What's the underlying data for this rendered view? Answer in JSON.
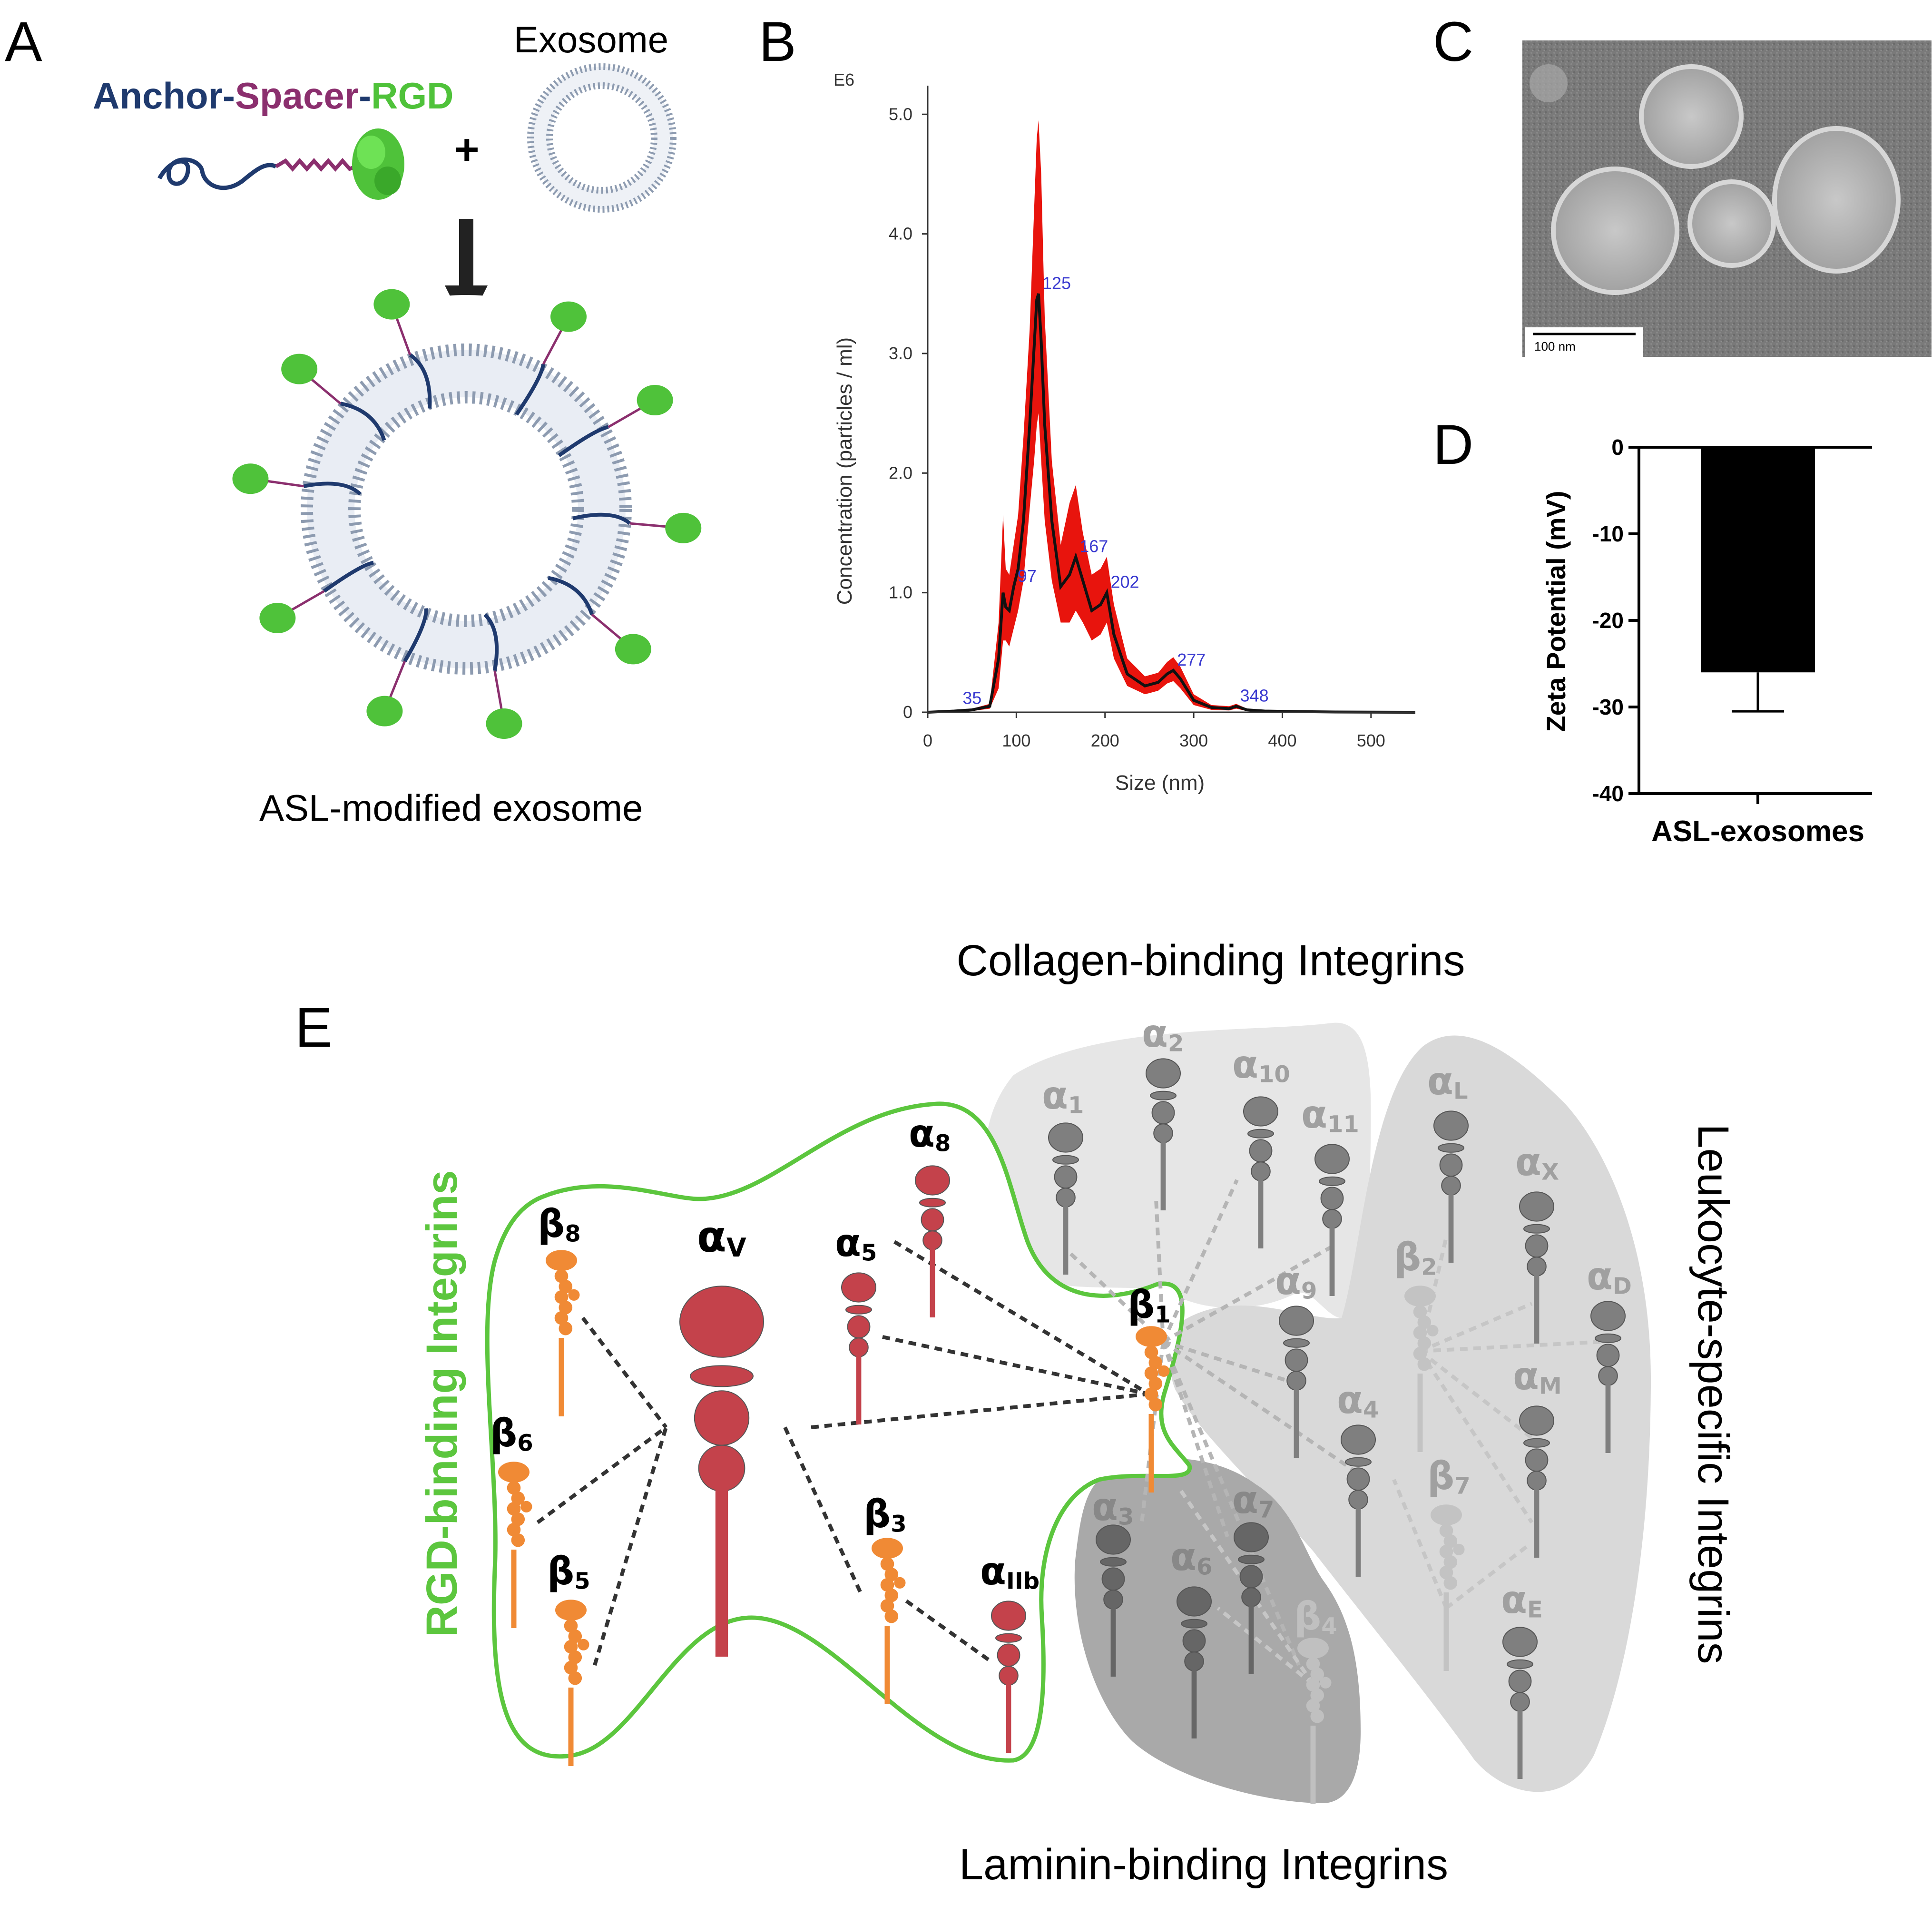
{
  "panels": {
    "a": "A",
    "b": "B",
    "c": "C",
    "d": "D",
    "e": "E"
  },
  "panel_a": {
    "anchor": "Anchor",
    "dash1": "-",
    "spacer": "Spacer",
    "dash2": "-",
    "rgd": "RGD",
    "plus": "+",
    "exosome_label": "Exosome",
    "product_label": "ASL-modified exosome",
    "colors": {
      "anchor": "#1f3a6e",
      "spacer": "#8b2f6e",
      "rgd": "#4fc23a"
    }
  },
  "panel_c": {
    "scale_bar": "100 nm"
  },
  "chart_data": [
    {
      "type": "area",
      "title": "",
      "multiplier": "E6",
      "xlabel": "Size (nm)",
      "ylabel": "Concentration (particles / ml)",
      "xlim": [
        0,
        550
      ],
      "ylim": [
        0,
        5.2
      ],
      "xticks": [
        "0",
        "100",
        "200",
        "300",
        "400",
        "500"
      ],
      "yticks": [
        "0",
        "1.0",
        "2.0",
        "3.0",
        "4.0",
        "5.0"
      ],
      "grid": false,
      "series": [
        {
          "x": [
            0,
            30,
            50,
            70,
            80,
            85,
            88,
            92,
            97,
            102,
            108,
            115,
            120,
            123,
            125,
            128,
            132,
            140,
            150,
            160,
            167,
            175,
            185,
            195,
            202,
            210,
            225,
            245,
            260,
            270,
            277,
            285,
            300,
            320,
            340,
            348,
            360,
            380,
            420,
            460,
            500,
            550
          ],
          "y": [
            0,
            0.01,
            0.02,
            0.05,
            0.45,
            1.0,
            0.88,
            0.85,
            1.05,
            1.2,
            1.6,
            2.4,
            3.05,
            3.45,
            3.5,
            3.1,
            2.4,
            1.6,
            1.05,
            1.15,
            1.3,
            1.1,
            0.85,
            0.9,
            1.0,
            0.65,
            0.32,
            0.22,
            0.25,
            0.32,
            0.35,
            0.28,
            0.1,
            0.04,
            0.03,
            0.05,
            0.02,
            0.01,
            0.005,
            0.002,
            0.001,
            0
          ]
        },
        {
          "y_upper": [
            0,
            0.02,
            0.03,
            0.07,
            0.75,
            1.65,
            1.2,
            1.15,
            1.4,
            1.65,
            2.3,
            3.2,
            4.2,
            4.8,
            4.95,
            4.5,
            3.3,
            2.1,
            1.4,
            1.75,
            1.9,
            1.5,
            1.15,
            1.2,
            1.3,
            0.9,
            0.45,
            0.3,
            0.33,
            0.42,
            0.46,
            0.38,
            0.15,
            0.06,
            0.05,
            0.07,
            0.03,
            0.015,
            0.007,
            0.003,
            0.001,
            0
          ],
          "y_lower": [
            0,
            0.005,
            0.01,
            0.03,
            0.2,
            0.6,
            0.6,
            0.55,
            0.7,
            0.85,
            1.1,
            1.7,
            2.1,
            2.4,
            2.5,
            2.1,
            1.6,
            1.1,
            0.75,
            0.75,
            0.85,
            0.75,
            0.6,
            0.65,
            0.75,
            0.45,
            0.22,
            0.15,
            0.18,
            0.24,
            0.26,
            0.2,
            0.06,
            0.02,
            0.015,
            0.03,
            0.01,
            0.005,
            0.002,
            0.001,
            0,
            0
          ]
        }
      ],
      "peak_labels": [
        {
          "x": 35,
          "y": 0.03,
          "text": "35"
        },
        {
          "x": 97,
          "y": 1.05,
          "text": "97"
        },
        {
          "x": 125,
          "y": 3.5,
          "text": "125"
        },
        {
          "x": 167,
          "y": 1.3,
          "text": "167"
        },
        {
          "x": 202,
          "y": 1.0,
          "text": "202"
        },
        {
          "x": 277,
          "y": 0.35,
          "text": "277"
        },
        {
          "x": 348,
          "y": 0.05,
          "text": "348"
        }
      ],
      "colors": {
        "band": "#e8140d",
        "line": "#111111",
        "peak_text": "#3a3ad0"
      }
    },
    {
      "type": "bar",
      "title": "",
      "categories": [
        "ASL-exosomes"
      ],
      "values": [
        -26
      ],
      "errors": [
        4.5
      ],
      "ylabel": "Zeta Potential (mV)",
      "ylim": [
        -40,
        0
      ],
      "yticks": [
        "0",
        "-10",
        "-20",
        "-30",
        "-40"
      ],
      "colors": {
        "bar": "#000000"
      }
    }
  ],
  "panel_e": {
    "collagen_title": "Collagen-binding Integrins",
    "laminin_title": "Laminin-binding Integrins",
    "rgd_title": "RGD-binding Integrins",
    "leuko_title": "Leukocyte-specific Integrins",
    "rgd": {
      "av": {
        "base": "α",
        "sub": "V"
      },
      "b8": {
        "base": "β",
        "sub": "8"
      },
      "b6": {
        "base": "β",
        "sub": "6"
      },
      "b5": {
        "base": "β",
        "sub": "5"
      },
      "a5": {
        "base": "α",
        "sub": "5"
      },
      "a8": {
        "base": "α",
        "sub": "8"
      },
      "b3": {
        "base": "β",
        "sub": "3"
      },
      "aIIb": {
        "base": "α",
        "sub": "IIb"
      },
      "b1": {
        "base": "β",
        "sub": "1"
      }
    },
    "collagen": {
      "a1": {
        "base": "α",
        "sub": "1"
      },
      "a2": {
        "base": "α",
        "sub": "2"
      },
      "a10": {
        "base": "α",
        "sub": "10"
      },
      "a11": {
        "base": "α",
        "sub": "11"
      }
    },
    "leuko": {
      "aL": {
        "base": "α",
        "sub": "L"
      },
      "aX": {
        "base": "α",
        "sub": "X"
      },
      "b2": {
        "base": "β",
        "sub": "2"
      },
      "aD": {
        "base": "α",
        "sub": "D"
      },
      "aM": {
        "base": "α",
        "sub": "M"
      },
      "b7": {
        "base": "β",
        "sub": "7"
      },
      "aE": {
        "base": "α",
        "sub": "E"
      },
      "a9": {
        "base": "α",
        "sub": "9"
      },
      "a4": {
        "base": "α",
        "sub": "4"
      }
    },
    "laminin": {
      "a3": {
        "base": "α",
        "sub": "3"
      },
      "a6": {
        "base": "α",
        "sub": "6"
      },
      "a7": {
        "base": "α",
        "sub": "7"
      },
      "b4": {
        "base": "β",
        "sub": "4"
      }
    },
    "colors": {
      "rgd_outline": "#5cc63e",
      "alpha_red": "#c4424b",
      "beta_orange": "#f08a35",
      "collagen_bg": "#e6e6e6",
      "leuko_bg": "#d9d9d9",
      "laminin_bg": "#a9a9a9"
    }
  }
}
